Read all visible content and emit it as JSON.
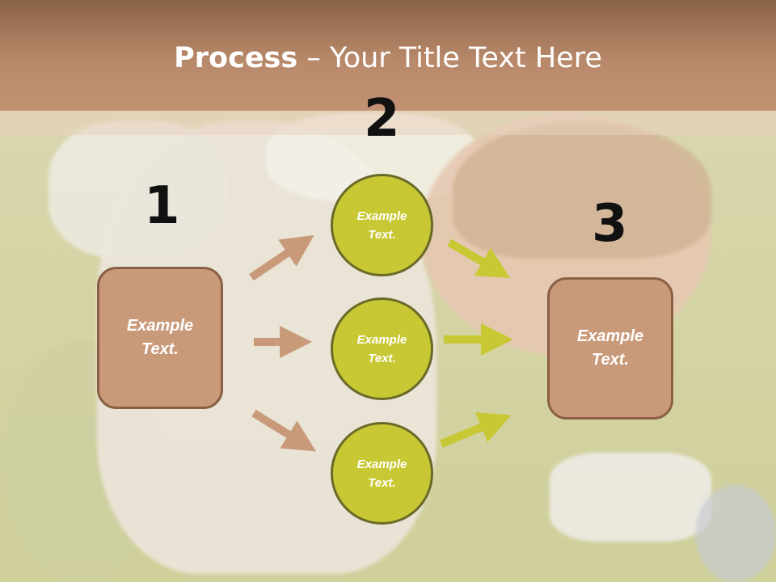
{
  "slide": {
    "title_bold": "Process",
    "title_rest": " – Your Title Text Here"
  },
  "steps": [
    {
      "number": "1",
      "boxes": [
        "Example\nText."
      ]
    },
    {
      "number": "2",
      "circles": [
        "Example\nText.",
        "Example\nText.",
        "Example\nText."
      ]
    },
    {
      "number": "3",
      "boxes": [
        "Example\nText."
      ]
    }
  ],
  "colors": {
    "title_bar": "#b8896a",
    "box_fill": "#c99a7a",
    "circle_fill": "#c8c835",
    "left_arrow": "#c99a7a",
    "right_arrow": "#c8c835"
  }
}
